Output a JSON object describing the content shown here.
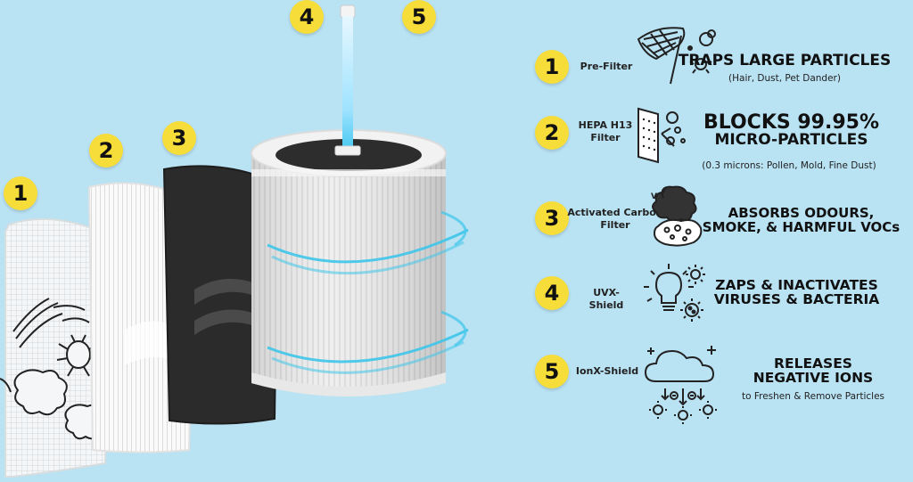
{
  "illustration": {
    "badges": [
      "1",
      "2",
      "3",
      "4",
      "5"
    ]
  },
  "filters": [
    {
      "number": "1",
      "name": "Pre-Filter",
      "headline": [
        "TRAPS LARGE PARTICLES"
      ],
      "subtext": "(Hair, Dust, Pet Dander)",
      "icon": "butterfly-net-icon"
    },
    {
      "number": "2",
      "name": [
        "HEPA H13",
        "Filter"
      ],
      "headline": [
        "BLOCKS 99.95%",
        "MICRO-PARTICLES"
      ],
      "subtext": "(0.3 microns: Pollen, Mold, Fine Dust)",
      "icon": "hepa-mesh-icon"
    },
    {
      "number": "3",
      "name": [
        "Activated Carbon",
        "Filter"
      ],
      "headline": [
        "ABSORBS ODOURS,",
        "SMOKE, & HARMFUL VOCs"
      ],
      "subtext": "",
      "icon_label": "VOC",
      "icon": "carbon-sponge-smoke-icon"
    },
    {
      "number": "4",
      "name": "UVX-Shield",
      "headline": [
        "ZAPS & INACTIVATES",
        "VIRUSES & BACTERIA"
      ],
      "subtext": "",
      "icon": "uv-bulb-virus-icon"
    },
    {
      "number": "5",
      "name": "IonX-Shield",
      "headline": [
        "RELEASES",
        "NEGATIVE IONS"
      ],
      "subtext": "to Freshen & Remove Particles",
      "icon": "ion-cloud-icon"
    }
  ],
  "colors": {
    "background": "#b9e2f3",
    "badge": "#f7dd3a",
    "carbon": "#2b2b2b",
    "glow": "#3fc6ea"
  }
}
